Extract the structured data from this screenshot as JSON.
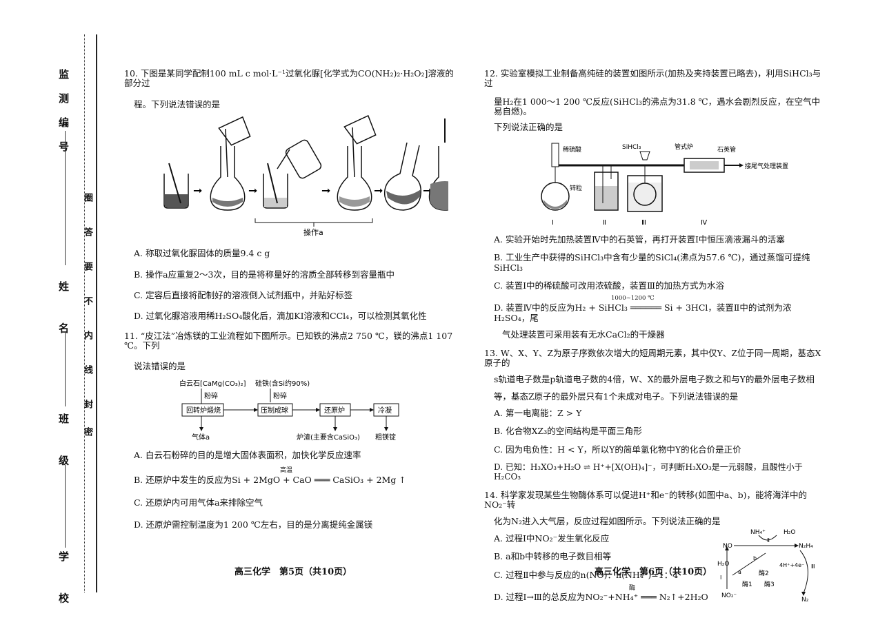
{
  "sidebar": {
    "labels": [
      "监测编号",
      "姓 名",
      "班 级",
      "学 校"
    ],
    "seal_text": [
      "圈",
      "答",
      "要",
      "不",
      "内",
      "线",
      "封",
      "密"
    ]
  },
  "left": {
    "q10": {
      "stem1": "10. 下图是某同学配制100 mL c mol·L⁻¹过氧化脲[化学式为CO(NH₂)₂·H₂O₂]溶液的部分过",
      "stem2": "程。下列说法错误的是",
      "figure_label": "操作a",
      "A": "A. 称取过氧化脲固体的质量9.4 c g",
      "B": "B. 操作a应重复2～3次，目的是将称量好的溶质全部转移到容量瓶中",
      "C": "C. 定容后直接将配制好的溶液倒入试剂瓶中，并贴好标签",
      "D": "D. 过氧化脲溶液用稀H₂SO₄酸化后，滴加KI溶液和CCl₄，可以检测其氧化性"
    },
    "q11": {
      "stem1": "11. “皮江法”冶炼镁的工业流程如下图所示。已知铁的沸点2 750 ℃，镁的沸点1 107 ℃。下列",
      "stem2": "说法错误的是",
      "flow": {
        "raw1": "白云石[CaMg(CO₃)₂]",
        "raw2": "硅铁(含Si约90%)",
        "crush1": "粉碎",
        "crush2": "粉碎",
        "box1": "回转炉煅烧",
        "box2": "压制成球",
        "box3": "还原炉",
        "box4": "冷凝",
        "out1": "气体a",
        "out2": "炉渣(主要含CaSiO₃)",
        "out3": "粗镁锭"
      },
      "A": "A. 白云石粉碎的目的是增大固体表面积，加快化学反应速率",
      "B": "B. 还原炉中发生的反应为Si + 2MgO + CaO ═══ CaSiO₃ + 2Mg ↑",
      "B_cond": "高温",
      "C": "C. 还原炉内可用气体a来排除空气",
      "D": "D. 还原炉需控制温度为1 200 ℃左右，目的是分离提纯金属镁"
    },
    "footer": "高三化学　第5页（共10页）"
  },
  "right": {
    "q12": {
      "stem1": "12. 实验室模拟工业制备高纯硅的装置如图所示(加热及夹持装置已略去)，利用SiHCl₃与过",
      "stem2": "量H₂在1 000～1 200 ℃反应(SiHCl₃的沸点为31.8 ℃，遇水会剧烈反应，在空气中易自燃)。",
      "stem3": "下列说法正确的是",
      "fig": {
        "l1": "稀硫酸",
        "l2": "锌粒",
        "l3": "SiHCl₃",
        "l4": "管式炉",
        "l5": "石英管",
        "l6": "接尾气处理装置",
        "n1": "Ⅰ",
        "n2": "Ⅱ",
        "n3": "Ⅲ",
        "n4": "Ⅳ"
      },
      "A": "A. 实验开始时先加热装置Ⅳ中的石英管，再打开装置Ⅰ中恒压滴液漏斗的活塞",
      "B": "B. 工业生产中获得的SiHCl₃中含有少量的SiCl₄(沸点为57.6 ℃)，通过蒸馏可提纯SiHCl₃",
      "C": "C. 装置Ⅰ中的稀硫酸可改用浓硫酸，装置Ⅲ的加热方式为水浴",
      "D1": "D. 装置Ⅳ中的反应为H₂ + SiHCl₃ ══════ Si + 3HCl，装置Ⅱ中的试剂为浓H₂SO₄，尾",
      "D_cond": "1000~1200 ℃",
      "D2": "气处理装置可采用装有无水CaCl₂的干燥器"
    },
    "q13": {
      "stem1": "13. W、X、Y、Z为原子序数依次增大的短周期元素，其中仅Y、Z位于同一周期，基态X原子的",
      "stem2": "s轨道电子数是p轨道电子数的4倍，W、X的最外层电子数之和与Y的最外层电子数相",
      "stem3": "等，基态Z原子的最外层只有1个未成对电子。下列说法错误的是",
      "A": "A. 第一电离能：Z > Y",
      "B": "B. 化合物XZ₃的空间结构是平面三角形",
      "C": "C. 因为电负性：H < Y，所以Y的简单氢化物中Y的化合价是正价",
      "D": "D. 已知：H₃XO₃+H₂O ⇌ H⁺+[X(OH)₄]⁻，可判断H₃XO₃是一元弱酸，且酸性小于H₂CO₃"
    },
    "q14": {
      "stem1": "14. 科学家发现某些生物酶体系可以促进H⁺和e⁻的转移(如图中a、b)，能将海洋中的NO₂⁻转",
      "stem2": "化为N₂进入大气层，反应过程如图所示。下列说法正确的是",
      "A": "A. 过程Ⅰ中NO₂⁻发生氧化反应",
      "B": "B. a和b中转移的电子数目相等",
      "C": "C. 过程Ⅱ中参与反应的n(NO)：n(NH₄⁺)=1：4",
      "D": "D. 过程Ⅰ→Ⅲ的总反应为NO₂⁻+NH₄⁺ ═══ N₂↑+2H₂O",
      "D_cond": "酶",
      "fig": {
        "nh4": "NH₄⁺",
        "h2o_top": "H₂O",
        "no": "NO",
        "n2h4": "N₂H₄",
        "h2o_left": "H₂O",
        "a": "a",
        "b": "b",
        "i": "Ⅰ",
        "ii": "Ⅱ",
        "iii": "Ⅲ",
        "enz1": "酶1",
        "enz2": "酶2",
        "enz3": "酶3",
        "h4e": "4H⁺+4e⁻",
        "no2": "NO₂⁻",
        "n2": "N₂"
      }
    },
    "footer": "高三化学　第6页（共10页）"
  }
}
